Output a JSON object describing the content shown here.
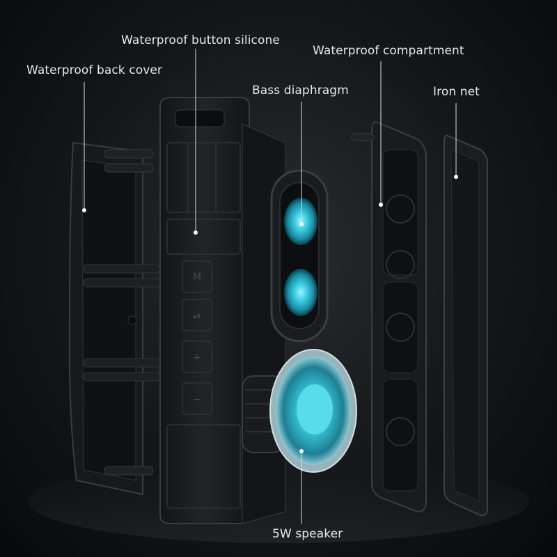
{
  "callouts": {
    "back_cover": "Waterproof back cover",
    "button_silicone": "Waterproof button silicone",
    "bass_diaphragm": "Bass diaphragm",
    "compartment": "Waterproof compartment",
    "iron_net": "Iron net",
    "speaker": "5W speaker"
  },
  "colors": {
    "background": "#121316",
    "part_body": "#1c1d20",
    "part_edge": "#34363a",
    "driver_cyan": "#36c4d8",
    "label_text": "#e8e8e8"
  }
}
